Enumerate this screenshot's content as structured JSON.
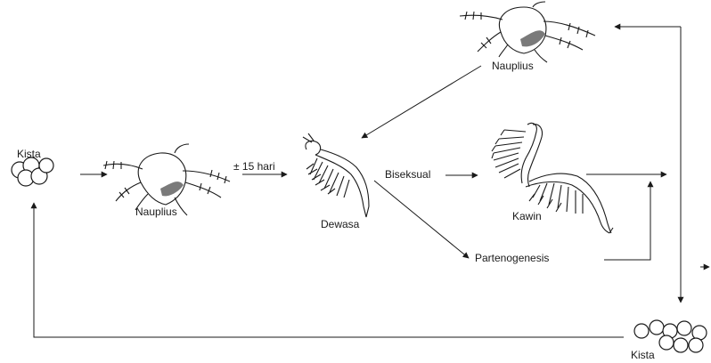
{
  "diagram": {
    "labels": {
      "kista_left": "Kista",
      "nauplius_left": "Nauplius",
      "interval": "± 15 hari",
      "dewasa": "Dewasa",
      "biseksual": "Biseksual",
      "nauplius_top": "Nauplius",
      "kawin": "Kawin",
      "partenogenesis": "Partenogenesis",
      "kista_bottom": "Kista"
    },
    "colors": {
      "ink": "#1a1a1a",
      "shade": "#7a7a7a",
      "background": "#ffffff"
    }
  }
}
